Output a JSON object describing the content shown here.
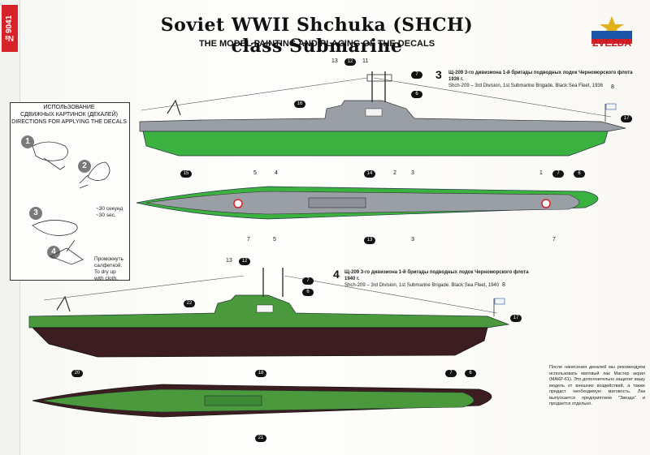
{
  "header": {
    "kit_number": "№9041",
    "title": "Soviet WWII Shchuka (SHCH) class Submarine",
    "subtitle": "THE MODEL PAINTING AND PLACING OF THE DECALS",
    "brand": "ZVEZDA"
  },
  "decal_box": {
    "heading_ru_1": "ИСПОЛЬЗОВАНИЕ",
    "heading_ru_2": "СДВИЖНЫХ КАРТИНОК (ДЕКАЛЕЙ)",
    "heading_en": "DIRECTIONS FOR APPLYING THE DECALS",
    "steps": [
      {
        "num": "1"
      },
      {
        "num": "2"
      },
      {
        "num": "3"
      },
      {
        "num": "4"
      }
    ],
    "soak_ru": "~30 секунд",
    "soak_en": "~30 sec.",
    "dry_ru": "Промокнуть салфеткой.",
    "dry_en": "To dry up with cloth."
  },
  "schemes": [
    {
      "number": "3",
      "caption_ru": "Щ-209 3-го дивизиона 1-й бригады подводных лодок Черноморского флота 1936 г.",
      "caption_en": "Shch-209 – 3rd Division, 1st Submarine Brigade, Black Sea Fleet, 1936"
    },
    {
      "number": "4",
      "caption_ru": "Щ-209 3-го дивизиона 1-й бригады подводных лодок Черноморского флота 1940 г.",
      "caption_en": "Shch-209 – 3rd Division, 1st Submarine Brigade, Black Sea Fleet, 1940"
    }
  ],
  "callouts": {
    "c1": "1",
    "c2": "2",
    "c3": "3",
    "c4": "4",
    "c5": "5",
    "c7": "7",
    "c8": "8",
    "c11": "11",
    "c13": "13",
    "d6": "6",
    "d7": "7",
    "d12": "12",
    "d13": "13",
    "d14": "14",
    "d15": "15",
    "d16": "16",
    "d17": "17",
    "d18": "18",
    "d20": "20",
    "d21": "21",
    "d22": "22"
  },
  "footer_note": "После нанесения декалей мы рекомендуем использовать матовый лак Мастер акрил (МАКР-61). Это дополнительно защитит вашу модель от внешних воздействий, а также придаст необходимую матовость. Лак выпускается предприятием \"Звезда\" и продается отдельно.",
  "colors": {
    "hull_grey": "#9a9fa6",
    "hull_green": "#3bb23f",
    "hull_dark_green": "#4a9a3d",
    "hull_maroon": "#3d1e20",
    "accent_red": "#d8222a"
  }
}
